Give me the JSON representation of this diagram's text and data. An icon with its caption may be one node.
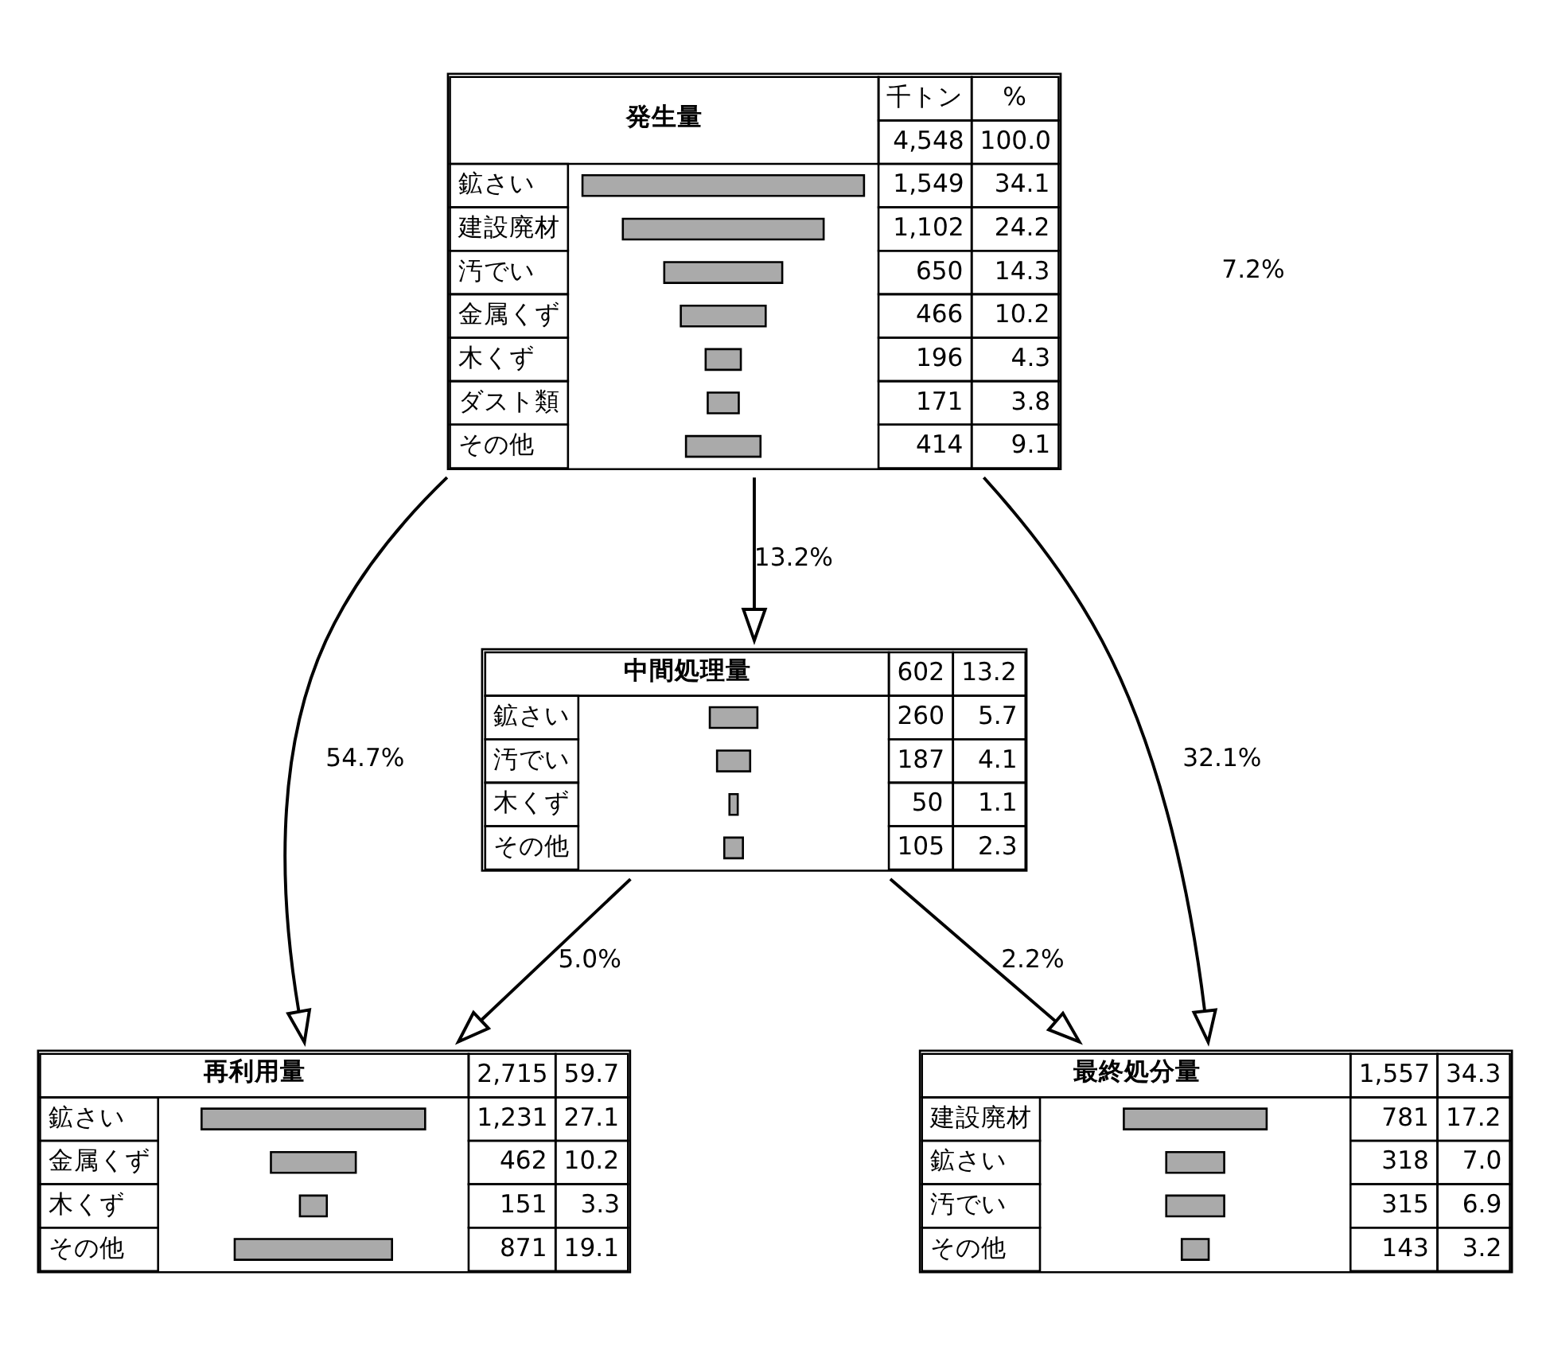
{
  "diagram": {
    "nodes": [
      {
        "text": [
          "発生量",
          "千トン",
          "%",
          "4,548",
          "100.0",
          "鉱さい",
          "1,549",
          "34.1",
          "建設廃材",
          "1,102",
          "24.2",
          "汚でい",
          "650",
          "14.3",
          "金属くず",
          "466",
          "10.2",
          "木くず",
          "196",
          "4.3",
          "ダスト類",
          "171",
          "3.8",
          "その他",
          "414",
          "9.1"
        ]
      },
      {
        "text": [
          "中間処理量",
          "602",
          "13.2",
          "鉱さい",
          "260",
          "5.7",
          "汚でい",
          "187",
          "4.1",
          "木くず",
          "50",
          "1.1",
          "その他",
          "105",
          "2.3"
        ]
      },
      {
        "text": [
          "再利用量",
          "2,715",
          "59.7",
          "鉱さい",
          "1,231",
          "27.1",
          "金属くず",
          "462",
          "10.2",
          "木くず",
          "151",
          "3.3",
          "その他",
          "871",
          "19.1"
        ]
      },
      {
        "text": [
          "最終処分量",
          "1,557",
          "34.3",
          "建設廃材",
          "781",
          "17.2",
          "鉱さい",
          "318",
          "7.0",
          "汚でい",
          "315",
          "6.9",
          "その他",
          "143",
          "3.2"
        ]
      }
    ],
    "edges": [
      {
        "from": 0,
        "to": 1,
        "arrow": "to",
        "label": "13.2%"
      },
      {
        "from": 0,
        "to": 2,
        "arrow": "to",
        "label": "54.7%"
      },
      {
        "from": 0,
        "to": 3,
        "arrow": "to",
        "label": "32.1%"
      },
      {
        "from": 1,
        "to": 2,
        "arrow": "to",
        "label": "5.0%"
      },
      {
        "from": 1,
        "to": 3,
        "arrow": "to",
        "label": "2.2%"
      }
    ],
    "labels": [
      "7.2%"
    ]
  }
}
